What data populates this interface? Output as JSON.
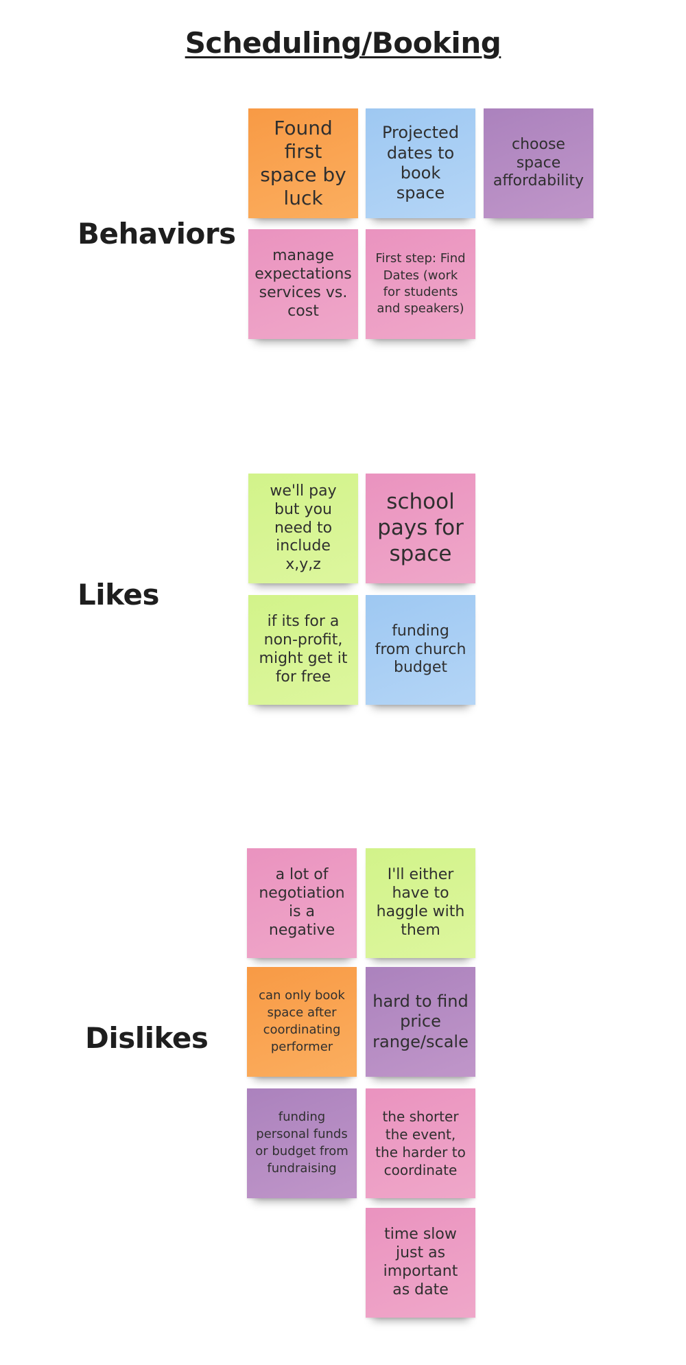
{
  "title": "Scheduling/Booking",
  "sections": {
    "behaviors": {
      "label": "Behaviors",
      "notes": [
        {
          "text": "Found first space by luck",
          "color": "#f89a45"
        },
        {
          "text": "Projected dates to book space",
          "color": "#9ec8f2"
        },
        {
          "text": "choose space affordability",
          "color": "#ab82bd"
        },
        {
          "text": "manage expectations services vs. cost",
          "color": "#ea93bf"
        },
        {
          "text": "First step: Find Dates (work for students and speakers)",
          "color": "#ea93bf"
        }
      ]
    },
    "likes": {
      "label": "Likes",
      "notes": [
        {
          "text": "we'll pay but you need to include x,y,z",
          "color": "#d2f38a"
        },
        {
          "text": "school pays for space",
          "color": "#ea93bf"
        },
        {
          "text": "if its for a non-profit, might get it for free",
          "color": "#d2f38a"
        },
        {
          "text": "funding from church budget",
          "color": "#9ec8f2"
        }
      ]
    },
    "dislikes": {
      "label": "Dislikes",
      "notes": [
        {
          "text": "a lot of negotiation is a negative",
          "color": "#ea93bf"
        },
        {
          "text": "I'll either have to haggle with them",
          "color": "#d2f38a"
        },
        {
          "text": "can only book space after coordinating performer",
          "color": "#f89a45"
        },
        {
          "text": "hard to find price range/scale",
          "color": "#ab82bd"
        },
        {
          "text": "funding personal funds or budget from fundraising",
          "color": "#ab82bd"
        },
        {
          "text": "the shorter the event, the harder to coordinate",
          "color": "#ea93bf"
        },
        {
          "text": "time slow just as important as date",
          "color": "#ea93bf"
        }
      ]
    }
  }
}
